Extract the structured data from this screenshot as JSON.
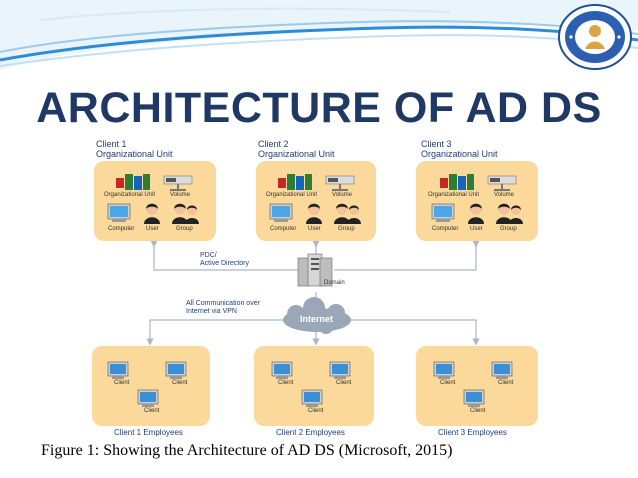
{
  "slide": {
    "title": "ARCHITECTURE OF AD DS",
    "caption": "Figure 1: Showing the Architecture of AD DS (Microsoft, 2015)"
  },
  "diagram": {
    "clients": [
      {
        "name": "Client 1",
        "unit": "Organizational Unit",
        "icons": {
          "ou": "Organizational Unit",
          "volume": "Volume",
          "computer": "Computer",
          "user": "User",
          "group": "Group"
        }
      },
      {
        "name": "Client 2",
        "unit": "Organizational Unit",
        "icons": {
          "ou": "Organizational Unit",
          "volume": "Volume",
          "computer": "Computer",
          "user": "User",
          "group": "Group"
        }
      },
      {
        "name": "Client 3",
        "unit": "Organizational Unit",
        "icons": {
          "ou": "Organizational Unit",
          "volume": "Volume",
          "computer": "Computer",
          "user": "User",
          "group": "Group"
        }
      }
    ],
    "pdc": "PDC/",
    "active_directory": "Active Directory",
    "domain": "Domain",
    "communication_1": "All Communication over",
    "communication_2": "Internet via VPN",
    "internet": "Internet",
    "employees": [
      {
        "footer": "Client 1 Employees",
        "client_label": "Client"
      },
      {
        "footer": "Client 2 Employees",
        "client_label": "Client"
      },
      {
        "footer": "Client 3 Employees",
        "client_label": "Client"
      }
    ]
  },
  "colors": {
    "title": "#1f3864",
    "box_fill": "#fbd99a",
    "label_blue": "#1f3e7a",
    "connector": "#a9b6c6",
    "swoosh": "#2e8bd6"
  }
}
